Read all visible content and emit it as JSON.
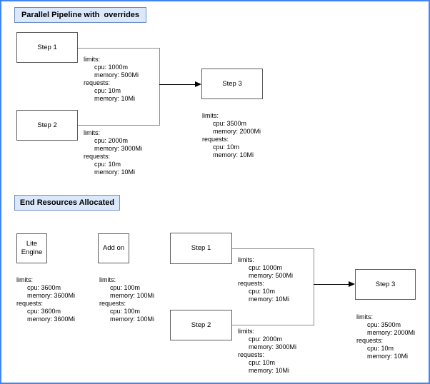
{
  "colors": {
    "page_border": "#4184f3",
    "section_title_fill": "#dbe8fc",
    "section_title_border": "#6c8ebf",
    "node_border": "#5c5c5c",
    "connector_line": "#8c8c8c",
    "arrow": "#000000"
  },
  "pipeline_section": {
    "title": "Parallel Pipeline with  overrides",
    "step1": {
      "label": "Step 1",
      "resources": [
        "limits:",
        "      cpu: 1000m",
        "      memory: 500Mi",
        "requests:",
        "      cpu: 10m",
        "      memory: 10Mi"
      ]
    },
    "step2": {
      "label": "Step 2",
      "resources": [
        "limits:",
        "      cpu: 2000m",
        "      memory: 3000Mi",
        "requests:",
        "      cpu: 10m",
        "      memory: 10Mi"
      ]
    },
    "step3": {
      "label": "Step 3",
      "resources": [
        "limits:",
        "      cpu: 3500m",
        "      memory: 2000Mi",
        "requests:",
        "      cpu: 10m",
        "      memory: 10Mi"
      ]
    }
  },
  "end_section": {
    "title": "End Resources Allocated",
    "lite_engine": {
      "label": "Lite Engine",
      "resources": [
        "limits:",
        "      cpu: 3600m",
        "      memory: 3600Mi",
        "requests:",
        "      cpu: 3600m",
        "      memory: 3600Mi"
      ]
    },
    "add_on": {
      "label": "Add on",
      "resources": [
        "limits:",
        "      cpu: 100m",
        "      memory: 100Mi",
        "requests:",
        "      cpu: 100m",
        "      memory: 100Mi"
      ]
    },
    "step1": {
      "label": "Step 1",
      "resources": [
        "limits:",
        "      cpu: 1000m",
        "      memory: 500Mi",
        "requests:",
        "      cpu: 10m",
        "      memory: 10Mi"
      ]
    },
    "step2": {
      "label": "Step 2",
      "resources": [
        "limits:",
        "      cpu: 2000m",
        "      memory: 3000Mi",
        "requests:",
        "      cpu: 10m",
        "      memory: 10Mi"
      ]
    },
    "step3": {
      "label": "Step 3",
      "resources": [
        "limits:",
        "      cpu: 3500m",
        "      memory: 2000Mi",
        "requests:",
        "      cpu: 10m",
        "      memory: 10Mi"
      ]
    }
  }
}
